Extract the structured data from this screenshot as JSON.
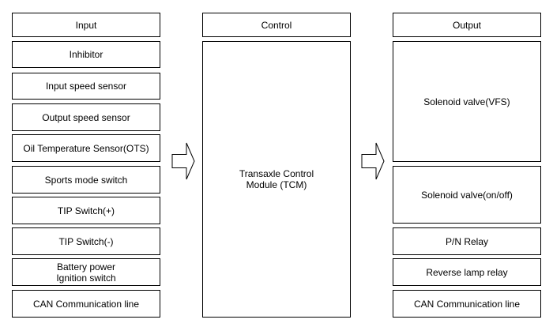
{
  "input": {
    "header": "Input",
    "items": [
      "Inhibitor",
      "Input speed sensor",
      "Output speed sensor",
      "Oil Temperature Sensor(OTS)",
      "Sports mode switch",
      "TIP Switch(+)",
      "TIP Switch(-)",
      "Battery power\nIgnition switch",
      "CAN Communication line"
    ]
  },
  "control": {
    "header": "Control",
    "module": "Transaxle Control\nModule (TCM)"
  },
  "output": {
    "header": "Output",
    "items": [
      "Solenoid valve(VFS)",
      "Solenoid valve(on/off)",
      "P/N Relay",
      "Reverse lamp relay",
      "CAN Communication line"
    ]
  }
}
